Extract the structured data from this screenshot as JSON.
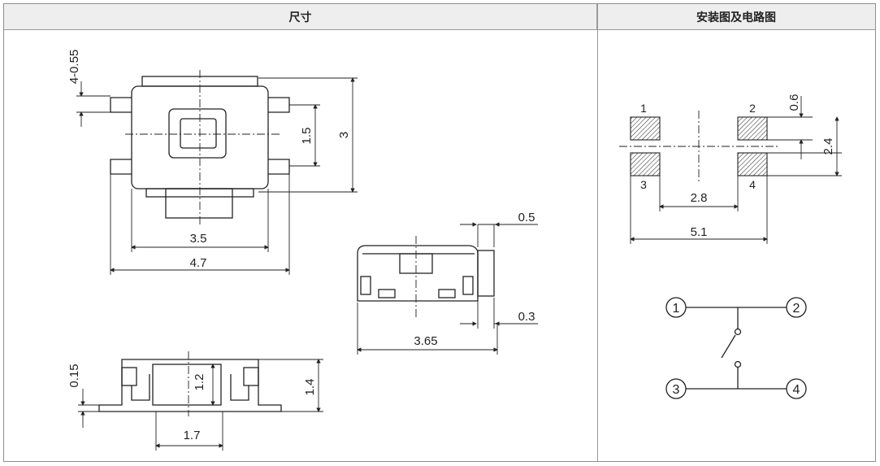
{
  "header": {
    "left_title": "尺寸",
    "right_title": "安装图及电路图"
  },
  "dimensions": {
    "pin_width": "4-0.55",
    "pin_pitch": "1.5",
    "body_height": "3",
    "body_width": "3.5",
    "overall_width": "4.7",
    "side_top_offset": "0.5",
    "side_bottom_offset": "0.3",
    "side_length": "3.65",
    "front_lead": "0.15",
    "front_button": "1.2",
    "front_height": "1.4",
    "front_button_width": "1.7"
  },
  "footprint": {
    "pad_labels": [
      "1",
      "2",
      "3",
      "4"
    ],
    "pad_size": "0.6",
    "row_pitch": "2.4",
    "inner_gap": "2.8",
    "outer_span": "5.1"
  },
  "circuit": {
    "terminals": [
      "1",
      "2",
      "3",
      "4"
    ]
  }
}
